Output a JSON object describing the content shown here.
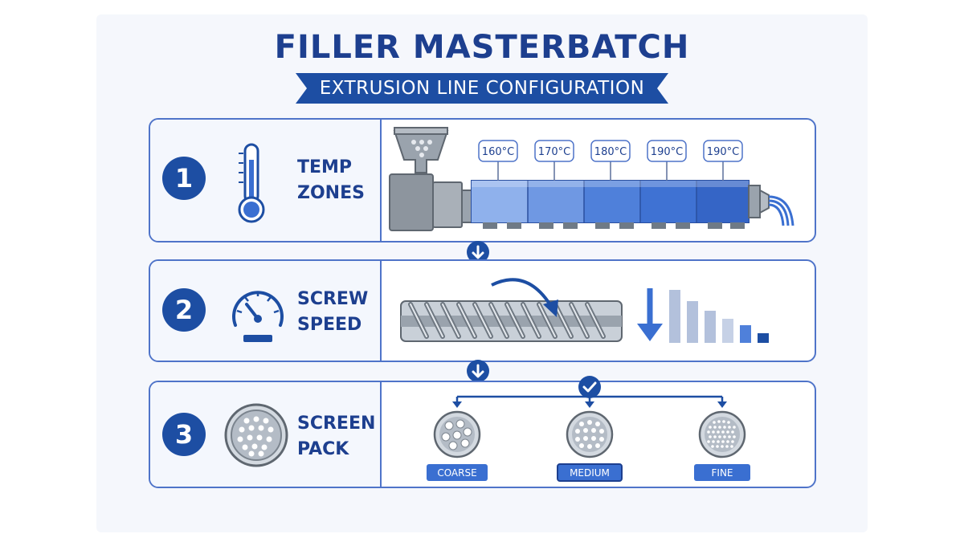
{
  "title": "FILLER MASTERBATCH",
  "subtitle": "EXTRUSION LINE CONFIGURATION",
  "steps": [
    {
      "number": "1",
      "label_line1": "TEMP",
      "label_line2": "ZONES",
      "icon": "thermometer-icon"
    },
    {
      "number": "2",
      "label_line1": "SCREW",
      "label_line2": "SPEED",
      "icon": "speedometer-icon"
    },
    {
      "number": "3",
      "label_line1": "SCREEN",
      "label_line2": "PACK",
      "icon": "screen-filter-icon"
    }
  ],
  "temp_zones": [
    "160°C",
    "170°C",
    "180°C",
    "190°C",
    "190°C"
  ],
  "screen_options": [
    {
      "label": "COARSE",
      "selected": false
    },
    {
      "label": "MEDIUM",
      "selected": true
    },
    {
      "label": "FINE",
      "selected": false
    }
  ],
  "colors": {
    "primary": "#1d4ea3",
    "accent": "#3a6fd1",
    "dark_text": "#1d3f8f",
    "light_fill": "#f4f7fd"
  }
}
